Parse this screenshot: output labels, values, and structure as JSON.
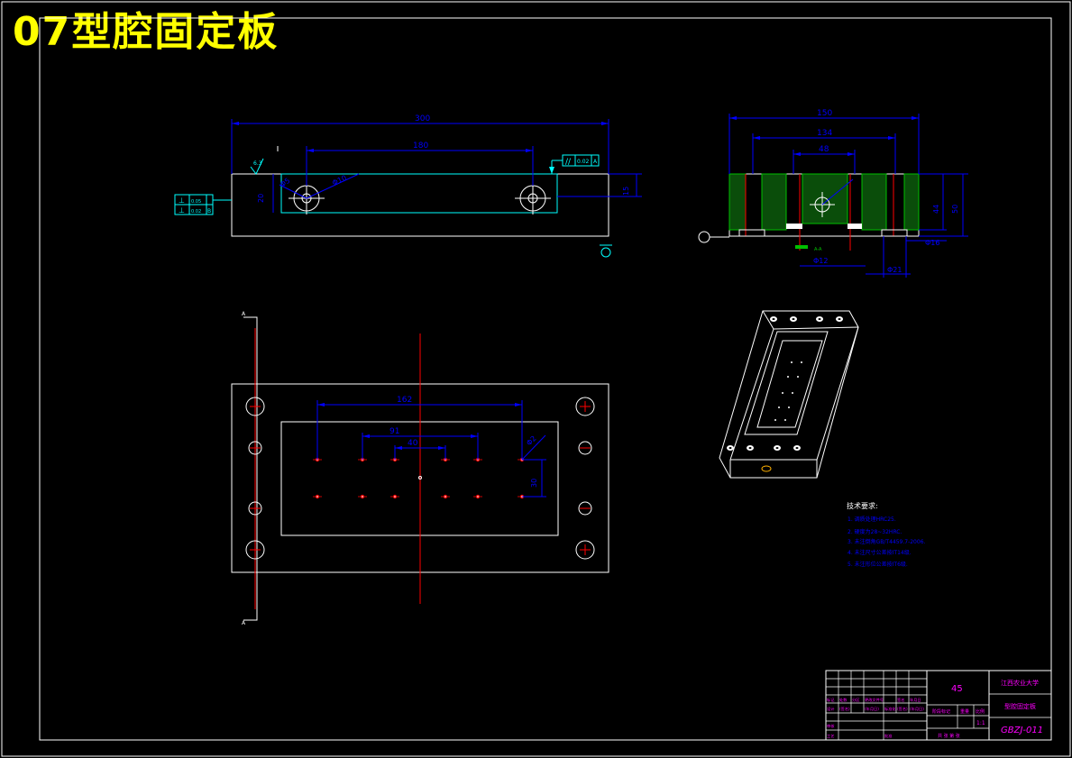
{
  "banner": {
    "title": "07型腔固定板"
  },
  "front_view": {
    "dim_total": "300",
    "dim_holes": "180",
    "dim_dia_small": "Φ5",
    "dim_dia_large": "Φ10",
    "dim_height_right": "15",
    "dim_height_left": "20",
    "roughness": "6.3",
    "parallel_tol": "0.02",
    "datum": "A",
    "fcf_rows": [
      "0.05",
      "0.02"
    ],
    "datum_b": "B"
  },
  "side_view": {
    "dim_total": "150",
    "dim_inner": "134",
    "dim_cavity": "48",
    "dim_height": "50",
    "dim_height_inner": "44",
    "dia_16": "Φ16",
    "dia_12": "Φ12",
    "dia_21": "Φ21",
    "label_green": "A-A"
  },
  "plan_view": {
    "dim_162": "162",
    "dim_91": "91",
    "dim_40": "40",
    "dim_30": "30",
    "dim_dia": "Φ2",
    "section_mark_top": "A",
    "section_mark_bottom": "A"
  },
  "tech_requirements": {
    "heading": "技术要求:",
    "items": [
      "1. 调质处理HRC25.",
      "2. 硬度为28~32HRC.",
      "3. 未注倒角GB/T4459.7-2006.",
      "4. 未注尺寸公差按IT14级.",
      "5. 未注形位公差按IT6级."
    ]
  },
  "title_block": {
    "material": "45",
    "school": "江西农业大学",
    "part_name": "型腔固定板",
    "drawing_no": "GBZJ-011",
    "scale": "1:1",
    "stage_mark": "阶段标记",
    "weight_label": "重量",
    "scale_label": "比例",
    "sheet_label": "共 张  第 张",
    "row_labels_1": [
      "标记",
      "处数",
      "分区",
      "更改文件号",
      "签名",
      "年月日"
    ],
    "row_labels_2": [
      "设计",
      "(签名)",
      "(年月日)",
      "标准化",
      "(签名)",
      "(年月日)"
    ],
    "row_labels_3": [
      "审核"
    ],
    "row_labels_4": [
      "工艺",
      "批准"
    ]
  }
}
